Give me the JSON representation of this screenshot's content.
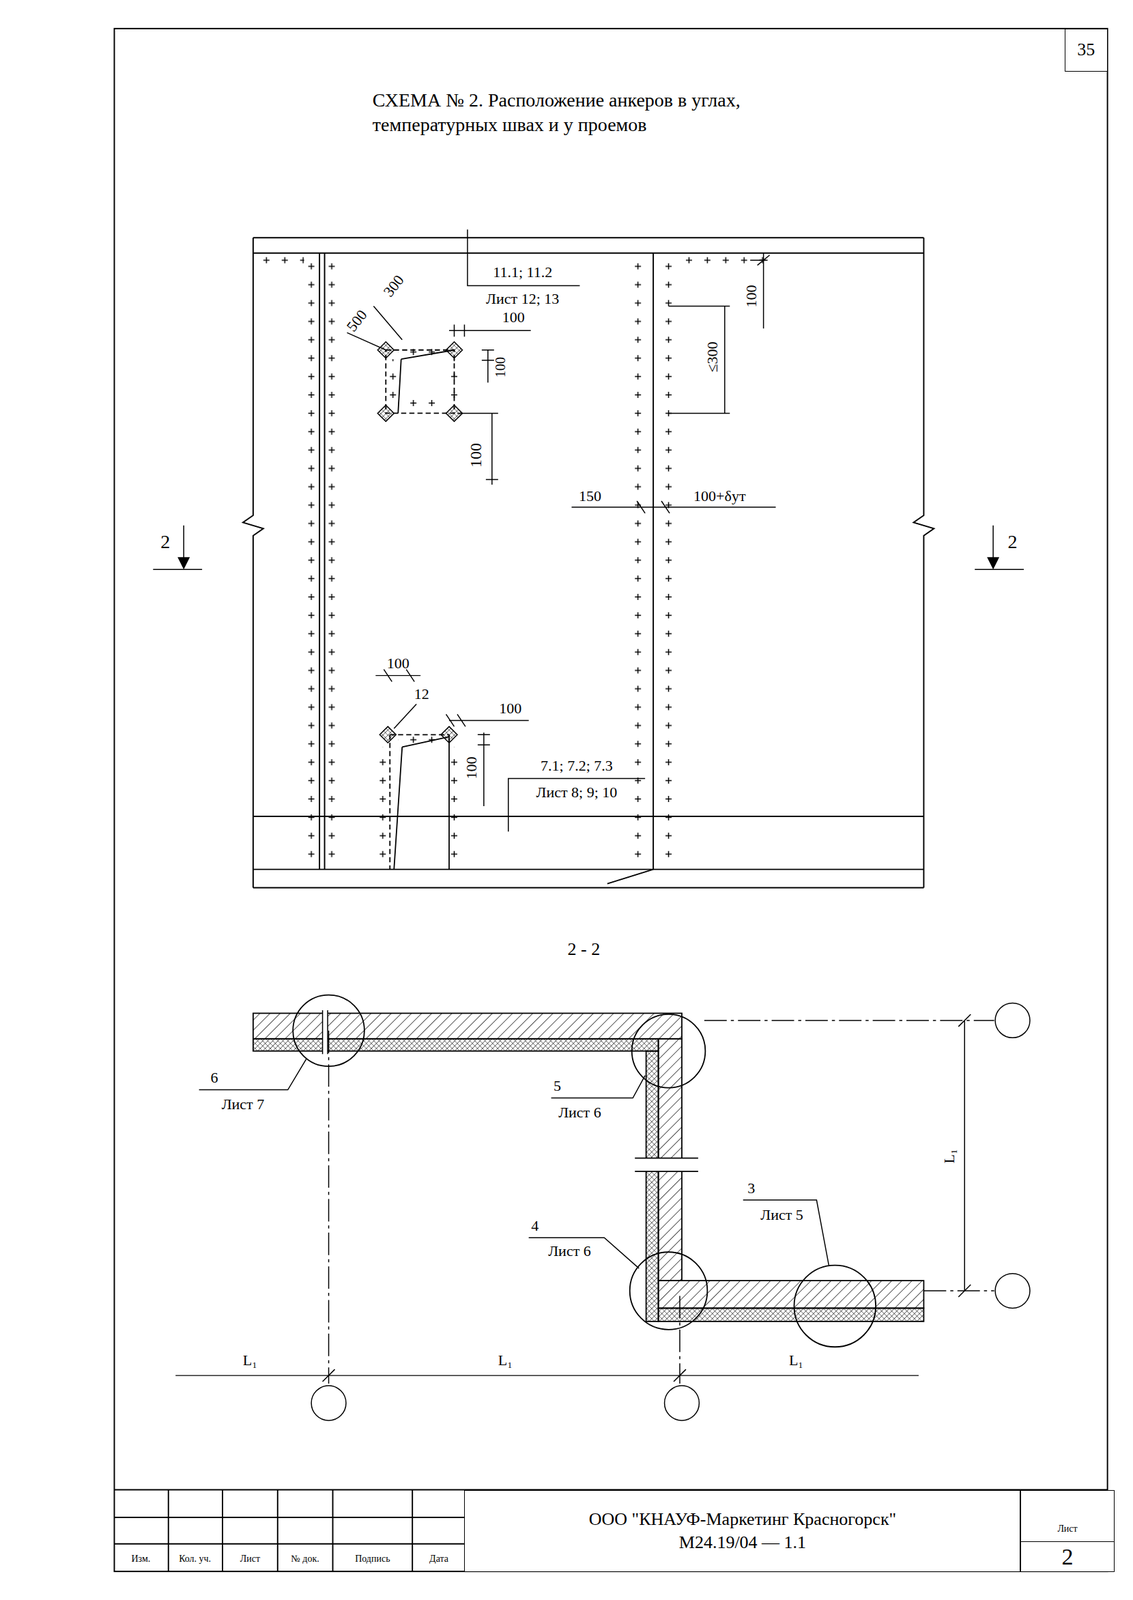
{
  "diagram": {
    "title": "СХЕМА № 2. Расположение анкеров в углах, температурных швах и у проемов",
    "nodes": [
      {
        "text": [
          "35"
        ]
      },
      {
        "text": [
          "ООО \"КНАУФ-Маркетинг Красногорск\"",
          "М24.19/04 — 1.1"
        ]
      },
      {
        "text": [
          "Лист",
          "2"
        ]
      }
    ],
    "labels": [
      "11.1; 11.2",
      "Лист 12; 13",
      "300",
      "500",
      "100",
      "100",
      "100",
      "100",
      "≤300",
      "150",
      "100+δут",
      "2",
      "2",
      "100",
      "12",
      "100",
      "100",
      "7.1; 7.2; 7.3",
      "Лист 8; 9; 10",
      "2 - 2",
      "6",
      "Лист 7",
      "5",
      "Лист 6",
      "4",
      "Лист 6",
      "3",
      "Лист 5",
      "L₁",
      "L₁",
      "L₁",
      "L₁",
      "Изм.",
      "Кол. уч.",
      "Лист",
      "№ док.",
      "Подпись",
      "Дата"
    ]
  }
}
